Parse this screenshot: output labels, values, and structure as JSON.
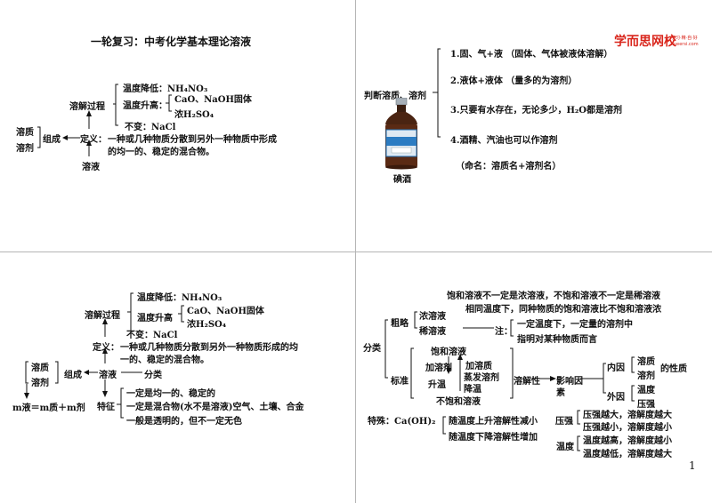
{
  "page_number": "1",
  "logo": {
    "name": "学而思网校",
    "sub1": "学习·精·自·好",
    "sub2": "xueersi.com"
  },
  "q1": {
    "title": "一轮复习：中考化学基本理论溶液",
    "dissolve_process": "溶解过程",
    "temp_down": "温度降低：NH₄NO₃",
    "temp_up": "温度升高：",
    "temp_up_1": "CaO、NaOH固体",
    "temp_up_2": "浓H₂SO₄",
    "no_change": "不变：NaCl",
    "solute": "溶质",
    "solvent": "溶剂",
    "composition": "组成",
    "definition_label": "定义：",
    "definition_1": "一种或几种物质分散到另外一种物质中形成",
    "definition_2": "的均一的、稳定的混合物。",
    "solution": "溶液"
  },
  "q2": {
    "judge": "判断溶质、溶剂",
    "item1": "1.固、气+液 （固体、气体被液体溶解）",
    "item2": "2.液体+液体 （量多的为溶剂）",
    "item3": "3.只要有水存在，无论多少，H₂O都是溶剂",
    "item4": "4.酒精、汽油也可以作溶剂",
    "naming": "（命名：溶质名+溶剂名）",
    "bottle_caption": "碘酒"
  },
  "q3": {
    "dissolve_process": "溶解过程",
    "temp_down": "温度降低：NH₄NO₃",
    "temp_up": "温度升高",
    "temp_up_1": "CaO、NaOH固体",
    "temp_up_2": "浓H₂SO₄",
    "no_change": "不变：NaCl",
    "definition_label": "定义：",
    "definition_1": "一种或几种物质分散到另外一种物质形成的均",
    "definition_2": "一的、稳定的混合物。",
    "solute": "溶质",
    "solvent": "溶剂",
    "composition": "组成",
    "solution": "溶液",
    "classify": "分类",
    "mass_formula": "m液＝m质＋m剂",
    "feature": "特征",
    "feature_1": "一定是均一的、稳定的",
    "feature_2": "一定是混合物(水不是溶液)空气、土壤、合金",
    "feature_3": "一般是透明的，但不一定无色"
  },
  "q4": {
    "note1": "饱和溶液不一定是浓溶液，不饱和溶液不一定是稀溶液",
    "note2": "相同温度下，同种物质的饱和溶液比不饱和溶液浓",
    "classify": "分类",
    "rough": "粗略",
    "concentrated": "浓溶液",
    "dilute": "稀溶液",
    "standard": "标准",
    "note_label": "注：",
    "note_a": "一定温度下，一定量的溶剂中",
    "note_b": "指明对某种物质而言",
    "saturated": "饱和溶液",
    "add_solvent": "加溶剂",
    "heat": "升温",
    "add_solute": "加溶质",
    "evaporate": "蒸发溶剂",
    "cool": "降温",
    "unsaturated": "不饱和溶液",
    "solubility": "溶解性",
    "factors": "影响因",
    "factors_2": "素",
    "internal": "内因",
    "external": "外因",
    "in_solute": "溶质",
    "in_solvent": "溶剂",
    "nature": "的性质",
    "ext_temp": "温度",
    "ext_pressure": "压强",
    "special": "特殊：Ca(OH)₂",
    "special_1": "随温度上升溶解性减小",
    "special_2": "随温度下降溶解性增加",
    "pressure": "压强",
    "temperature": "温度",
    "p1": "压强越大，溶解度越大",
    "p2": "压强越小，溶解度越小",
    "t1": "温度越高，溶解度越小",
    "t2": "温度越低，溶解度越大"
  }
}
